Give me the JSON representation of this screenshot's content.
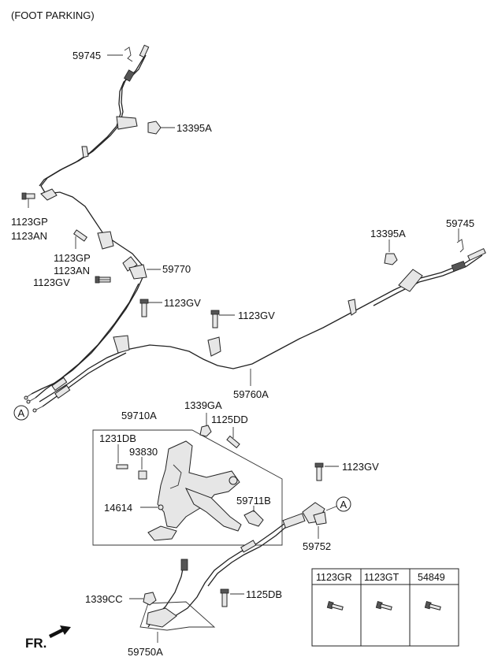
{
  "header": {
    "title": "(FOOT PARKING)"
  },
  "labels": {
    "p59745_top": "59745",
    "p13395A_top": "13395A",
    "p1123GP_a": "1123GP",
    "p1123AN_a": "1123AN",
    "p1123GP_b": "1123GP",
    "p1123AN_b": "1123AN",
    "p1123GV_a": "1123GV",
    "p59770": "59770",
    "p1123GV_b": "1123GV",
    "p1123GV_c": "1123GV",
    "p13395A_right": "13395A",
    "p59745_right": "59745",
    "p59760A": "59760A",
    "ref_A_left": "A",
    "p59710A": "59710A",
    "p1339GA": "1339GA",
    "p1125DD": "1125DD",
    "p1231DB": "1231DB",
    "p93830": "93830",
    "p14614": "14614",
    "p59711B": "59711B",
    "p1123GV_d": "1123GV",
    "ref_A_right": "A",
    "p59752": "59752",
    "p1339CC": "1339CC",
    "p1125DB": "1125DB",
    "p59750A": "59750A",
    "fr": "FR."
  },
  "parts_table": {
    "headers": [
      "1123GR",
      "1123GT",
      "54849"
    ]
  }
}
